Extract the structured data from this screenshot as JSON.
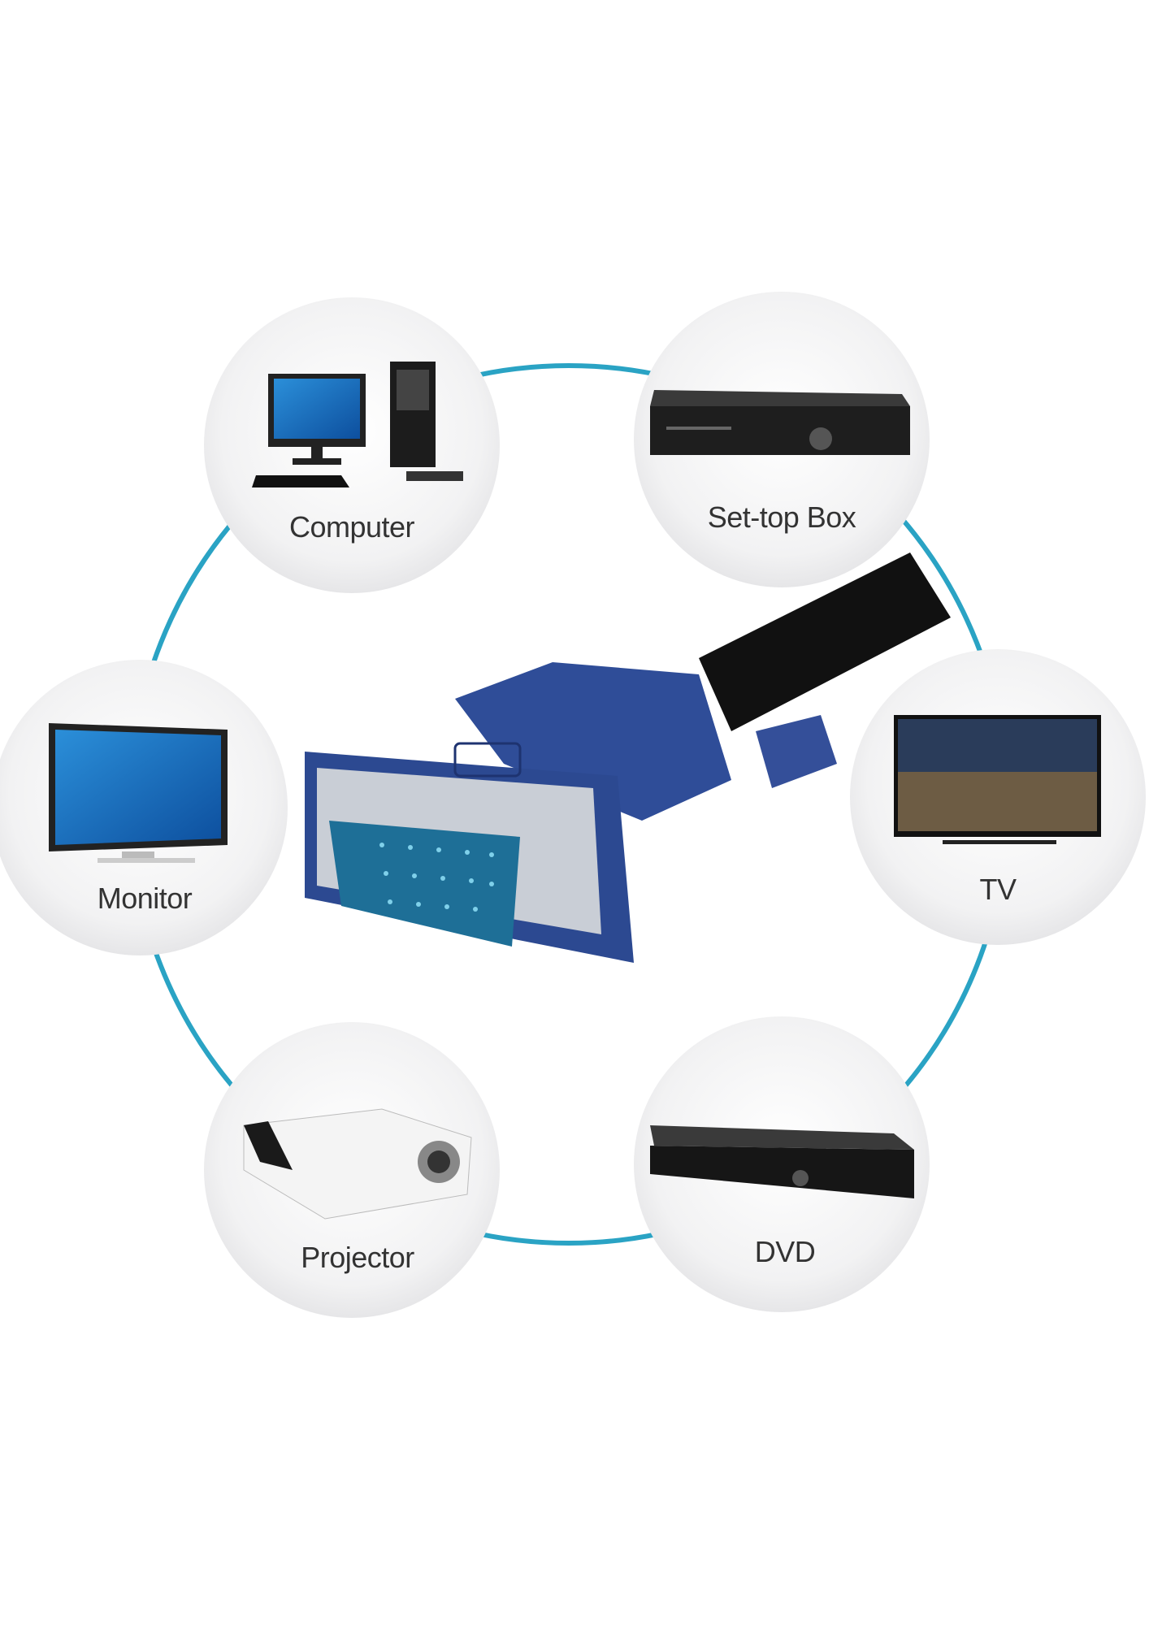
{
  "devices": [
    {
      "label": "Computer",
      "icon": "computer-icon"
    },
    {
      "label": "Set-top Box",
      "icon": "set-top-box-icon"
    },
    {
      "label": "Monitor",
      "icon": "monitor-icon"
    },
    {
      "label": "TV",
      "icon": "tv-icon"
    },
    {
      "label": "Projector",
      "icon": "projector-icon"
    },
    {
      "label": "DVD",
      "icon": "dvd-player-icon"
    }
  ],
  "center": {
    "icon": "vga-connector-icon"
  },
  "colors": {
    "ring": "#2aa3c4",
    "connector": "#2f4d98",
    "circle": "#f3f3f4",
    "cable": "#111111"
  }
}
